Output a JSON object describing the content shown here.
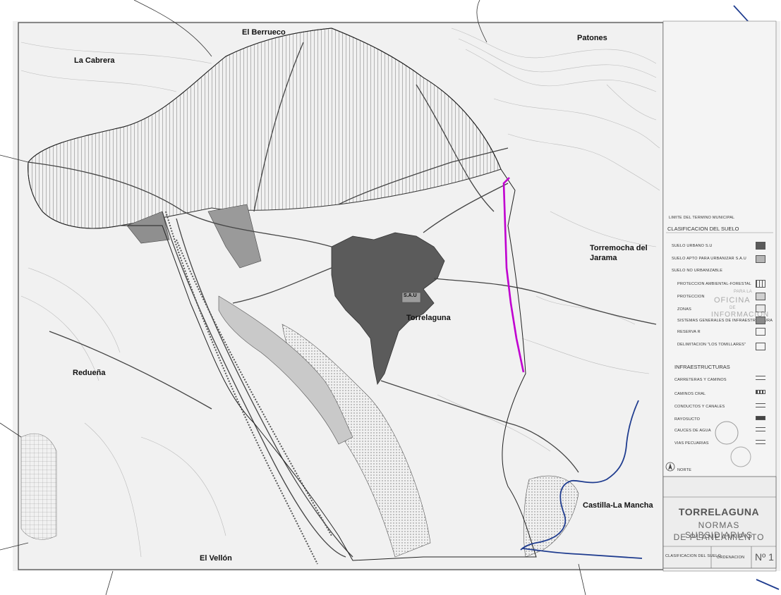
{
  "places": {
    "la_cabrera": "La Cabrera",
    "el_berrueco": "El Berrueco",
    "patones": "Patones",
    "torremocha_line1": "Torremocha del",
    "torremocha_line2": "Jarama",
    "torrelaguna": "Torrelaguna",
    "reduena": "Redueña",
    "castilla": "Castilla-La Mancha",
    "el_vellon": "El Vellón"
  },
  "legend": {
    "limite": "LIMITE DEL TERMINO MUNICIPAL",
    "clasificacion": "CLASIFICACION DEL SUELO",
    "suelo_urbano": "SUELO URBANO S.U",
    "suelo_apto": "SUELO APTO PARA URBANIZAR S.A.U",
    "no_urbanizable": "SUELO NO URBANIZABLE",
    "proteccion_forestal": "PROTECCION AMBIENTAL-FORESTAL",
    "proteccion": "PROTECCION",
    "zonas": "ZONAS",
    "sistemas": "SISTEMAS GENERALES DE INFRAESTRUCTURA",
    "reserva": "RESERVA R",
    "delimitacion": "DELIMITACION \"LOS TOMILLARES\"",
    "infraestructuras": "INFRAESTRUCTURAS",
    "carreteras": "CARRETERAS Y CAMINOS",
    "ferrocarril": "CAMINOS CRAL",
    "conductos": "CONDUCTOS Y CANALES",
    "rayo": "RAYOSUCTO",
    "cauces": "CAUCES DE AGUA",
    "vias": "VIAS PECUARIAS",
    "norte": "NORTE",
    "stamp_top": "PARA LA",
    "stamp_mid": "OFICINA",
    "stamp_de": "DE",
    "stamp_info": "INFORMACION"
  },
  "title_block": {
    "municipality": "TORRELAGUNA",
    "line1": "NORMAS SUBSIDIARIAS",
    "line2": "DE PLANEAMIENTO",
    "footer_left": "CLASIFICACION DEL SUELO",
    "footer_mid": "ORDENACION",
    "sheet": "Nº 1",
    "sau_label": "S.A.U"
  },
  "colors": {
    "boundary_highlight": "#c000d0",
    "river": "#1f3c8f",
    "urban": "#5b5b5b",
    "sau": "#9c9c9c"
  }
}
